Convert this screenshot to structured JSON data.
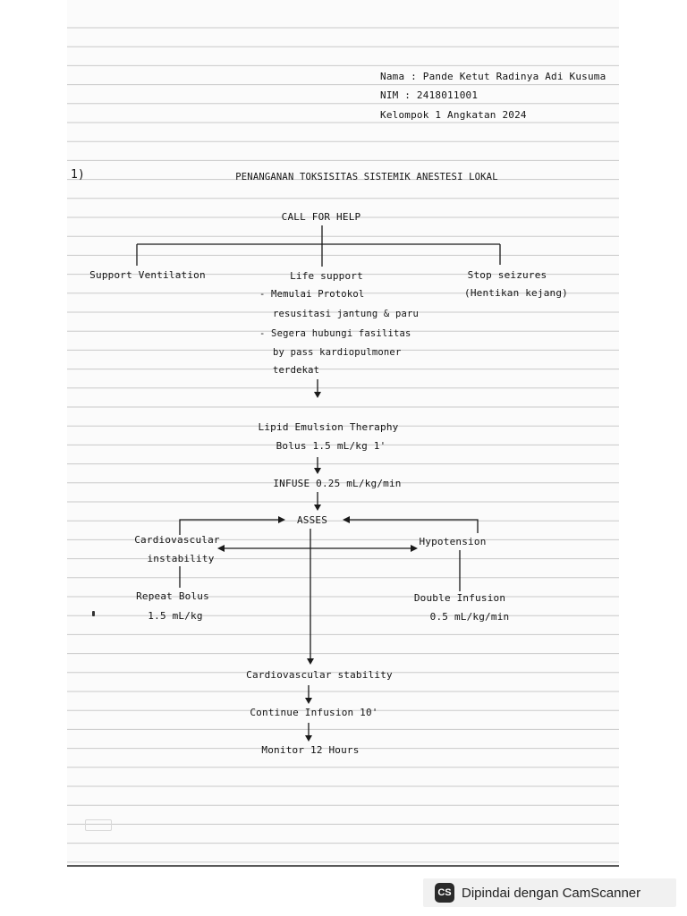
{
  "header": {
    "name_line": "Nama : Pande Ketut Radinya Adi Kusuma",
    "nim_line": "NIM : 2418011001",
    "group_line": "Kelompok 1 Angkatan 2024"
  },
  "question_number": "1)",
  "title": "PENANGANAN TOKSISITAS SISTEMIK ANESTESI LOKAL",
  "flowchart": {
    "root": "CALL FOR HELP",
    "branch_left": "Support Ventilation",
    "branch_middle": {
      "heading": "Life support",
      "lines": [
        "- Memulai Protokol",
        "resusitasi jantung & paru",
        "- Segera hubungi fasilitas",
        "by pass kardiopulmoner",
        "terdekat"
      ]
    },
    "branch_right": {
      "line1": "Stop seizures",
      "line2": "(Hentikan kejang)"
    },
    "lipid": {
      "line1": "Lipid Emulsion Theraphy",
      "line2": "Bolus 1.5 mL/kg 1'"
    },
    "infuse": "INFUSE 0.25 mL/kg/min",
    "assess": "ASSES",
    "left_outcome": {
      "line1": "Cardiovascular",
      "line2": "instability"
    },
    "right_outcome": "Hypotension",
    "left_action": {
      "line1": "Repeat Bolus",
      "line2": "1.5 mL/kg"
    },
    "right_action": {
      "line1": "Double Infusion",
      "line2": "0.5 mL/kg/min"
    },
    "stability": "Cardiovascular stability",
    "continue": "Continue Infusion 10'",
    "monitor": "Monitor 12 Hours"
  },
  "scanner_badge": {
    "logo": "CS",
    "text": "Dipindai dengan CamScanner"
  }
}
